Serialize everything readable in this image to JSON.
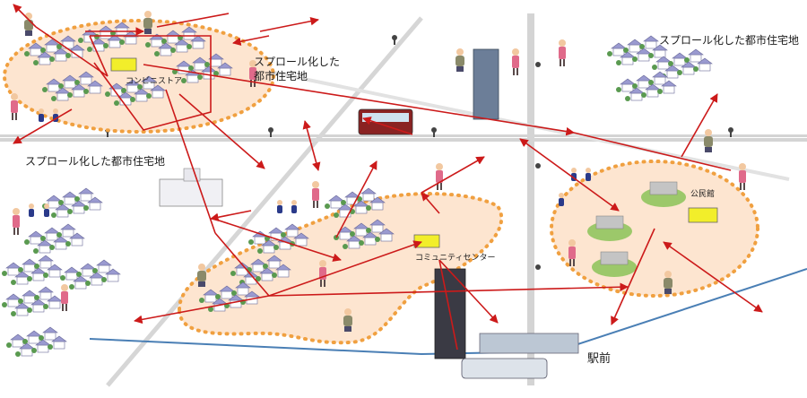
{
  "labels": {
    "sprawl_top_center": "スプロール化した",
    "sprawl_top_center_2": "都市住宅地",
    "sprawl_top_right": "スプロール化した都市住宅地",
    "sprawl_left": "スプロール化した都市住宅地",
    "convenience_store": "コンビニストア",
    "community_center": "コミュニティセンター",
    "public_hall": "公民館",
    "station_front": "駅前"
  },
  "colors": {
    "arrow": "#cc1a1a",
    "zone_fill": "#fde5d0",
    "zone_dots": "#f0a040",
    "road": "#c9c9c9",
    "river": "#4a7fb5",
    "facility": "#f2ee2a",
    "house_roof": "#9a9ad0",
    "house_body": "#ffffff",
    "tree": "#5a9a50"
  }
}
